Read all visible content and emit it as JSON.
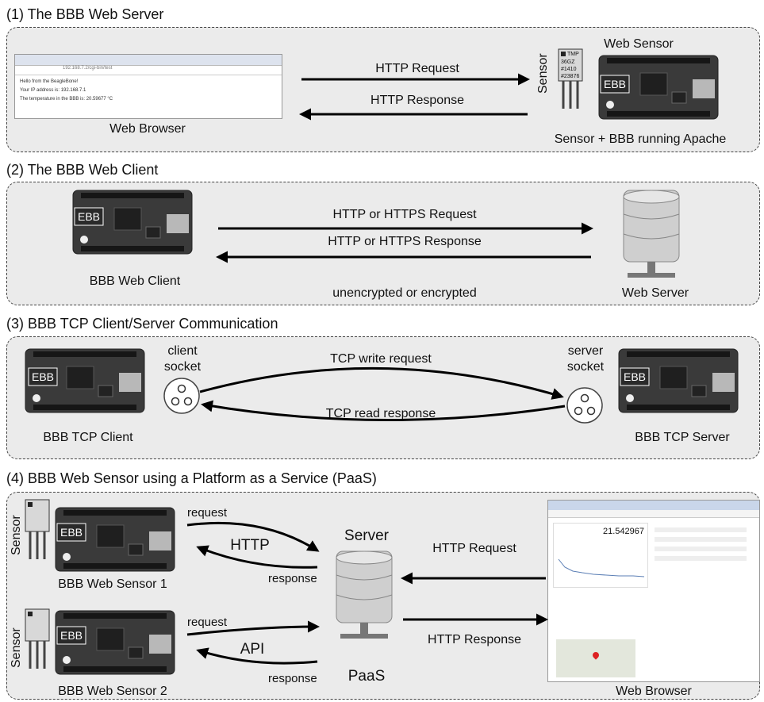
{
  "sections": [
    {
      "heading": "(1) The BBB Web Server",
      "labels": {
        "browser": "Web Browser",
        "request": "HTTP Request",
        "response": "HTTP Response",
        "sensor": "Sensor",
        "web_sensor": "Web Sensor",
        "device": "Sensor + BBB running Apache",
        "board_tag": "EBB",
        "chip_text": [
          "TMP",
          "36GZ",
          "#1410",
          "#23876"
        ],
        "browser_lines": [
          "Hello from the BeagleBone!",
          "Your IP address is: 192.168.7.1",
          "The temperature in the BBB is: 20.59677 °C"
        ],
        "browser_url": "192.168.7.2/cgi-bin/test"
      }
    },
    {
      "heading": "(2) The BBB Web Client",
      "labels": {
        "request": "HTTP or HTTPS Request",
        "response": "HTTP or HTTPS Response",
        "client": "BBB Web Client",
        "note": "unencrypted or encrypted",
        "server": "Web Server",
        "board_tag": "EBB"
      }
    },
    {
      "heading": "(3) BBB TCP Client/Server Communication",
      "labels": {
        "client_socket": "client\nsocket",
        "server_socket": "server\nsocket",
        "write": "TCP write request",
        "read": "TCP read response",
        "client": "BBB TCP Client",
        "server": "BBB TCP Server",
        "board_tag": "EBB"
      }
    },
    {
      "heading": "(4) BBB Web Sensor using a Platform as a Service (PaaS)",
      "labels": {
        "sensor": "Sensor",
        "sensor1": "BBB Web Sensor 1",
        "sensor2": "BBB Web Sensor 2",
        "request": "request",
        "response": "response",
        "http": "HTTP",
        "api": "API",
        "server": "Server",
        "paas": "PaaS",
        "http_request": "HTTP Request",
        "http_response": "HTTP Response",
        "browser": "Web Browser",
        "board_tag": "EBB",
        "readout": "21.542967"
      }
    }
  ]
}
